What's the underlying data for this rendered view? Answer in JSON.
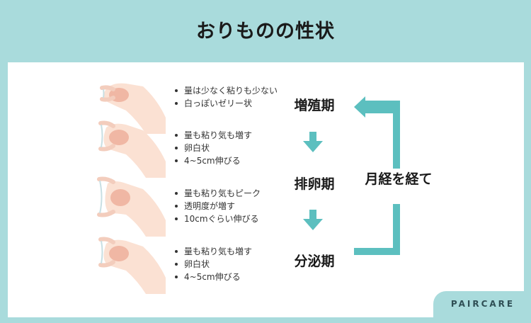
{
  "title": "おりものの性状",
  "rows": [
    {
      "phase": "増殖期",
      "bullets": [
        "量は少なく粘りも少ない",
        "白っぽいゼリー状"
      ]
    },
    {
      "phase": "",
      "bullets": [
        "量も粘り気も増す",
        "卵白状",
        "4~5cm伸びる"
      ]
    },
    {
      "phase": "排卵期",
      "bullets": [
        "量も粘り気もピーク",
        "透明度が増す",
        "10cmぐらい伸びる"
      ]
    },
    {
      "phase": "分泌期",
      "bullets": [
        "量も粘り気も増す",
        "卵白状",
        "4~5cm伸びる"
      ]
    }
  ],
  "cycle_label": "月経を経て",
  "brand": "PAIRCARE",
  "colors": {
    "background": "#a9dbdc",
    "accent": "#5cbfbf",
    "skin": "#fbe1d3",
    "skin_shadow": "#f0b7a4",
    "text": "#1a1a1a"
  },
  "icons": [
    "hand-stretch-icon",
    "arrow-down-icon",
    "cycle-arrow-icon"
  ]
}
